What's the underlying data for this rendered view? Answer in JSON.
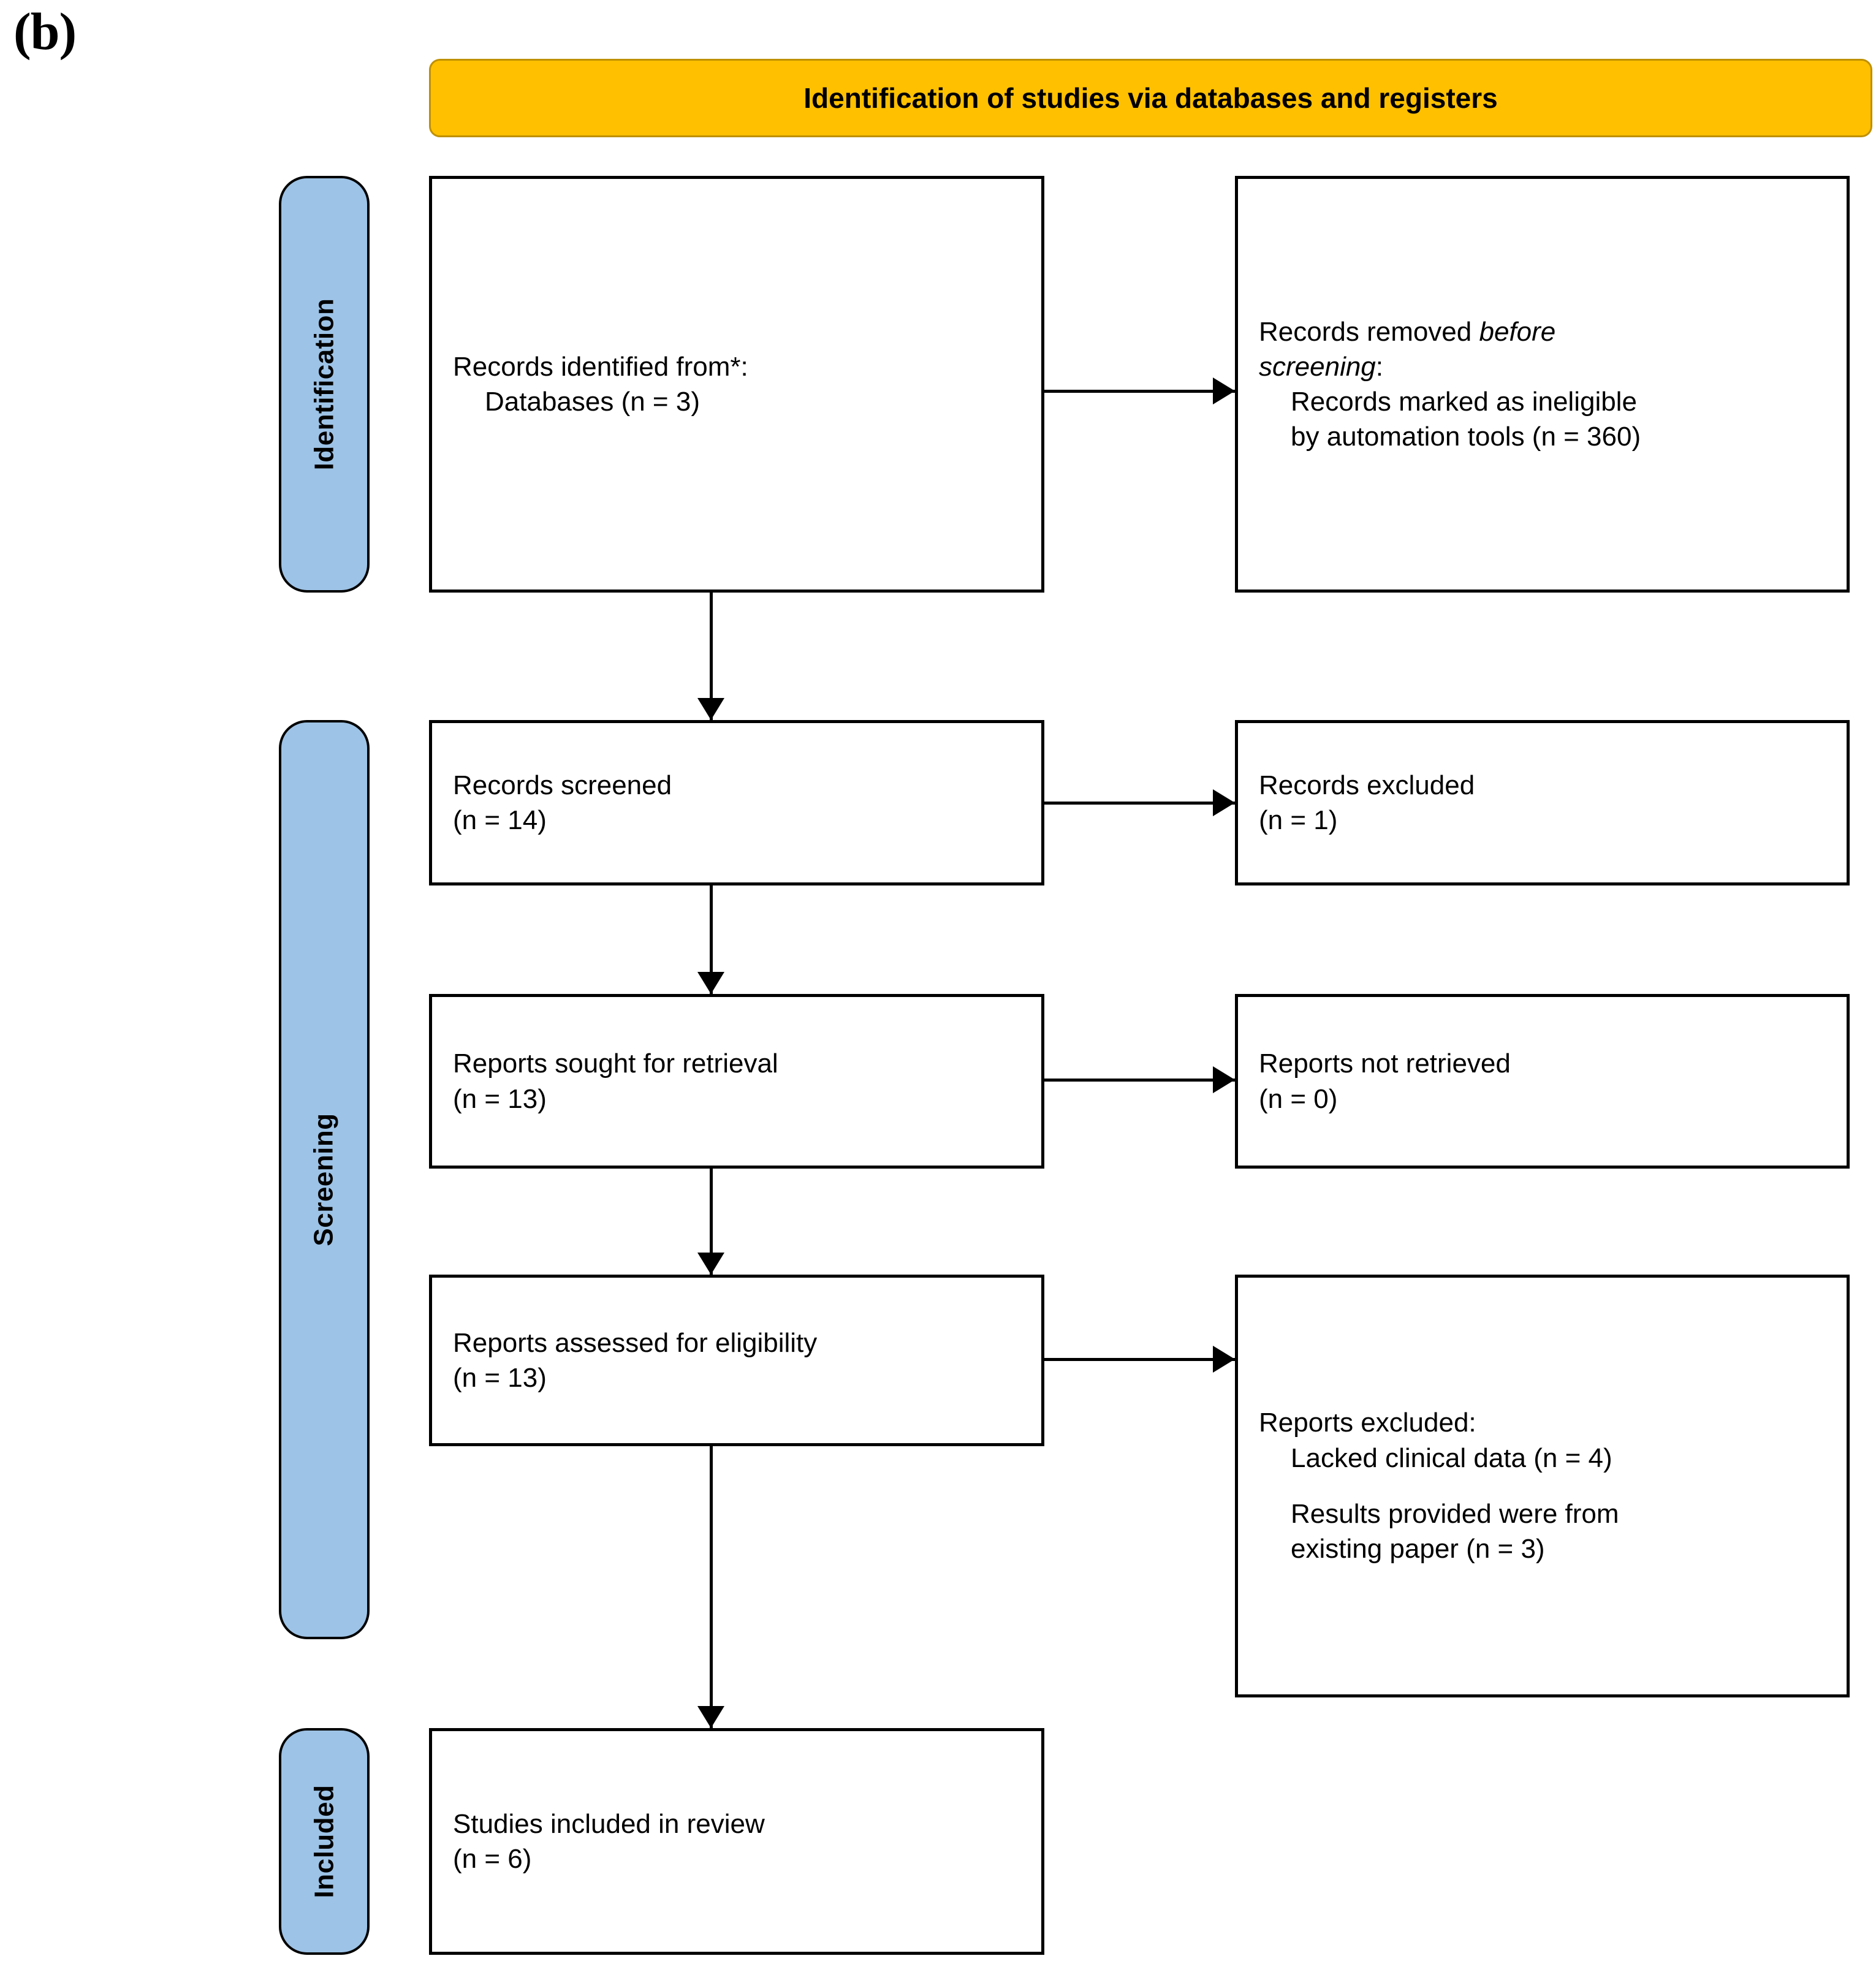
{
  "figure": {
    "panel_label": "(b)",
    "type": "PRISMA flow diagram",
    "banner_title": "Identification of studies via databases and registers"
  },
  "colors": {
    "banner_fill": "#FFC000",
    "banner_border": "#BF9000",
    "stage_pill_fill": "#9DC3E6",
    "box_border": "#000000",
    "box_fill": "#FFFFFF",
    "text": "#000000"
  },
  "stages": [
    {
      "id": "identification",
      "label": "Identification"
    },
    {
      "id": "screening",
      "label": "Screening"
    },
    {
      "id": "included",
      "label": "Included"
    }
  ],
  "boxes": {
    "records_identified": {
      "line1": "Records identified from*:",
      "line2": "Databases (n = 3)"
    },
    "records_removed": {
      "line1_a": "Records removed ",
      "line1_b": "before",
      "line2": "screening",
      "line2_colon": ":",
      "line3": "Records marked as ineligible",
      "line4": "by automation tools (n = 360)"
    },
    "records_screened": {
      "line1": "Records screened",
      "line2": "(n = 14)"
    },
    "records_excluded": {
      "line1": "Records excluded",
      "line2": "(n = 1)"
    },
    "reports_sought": {
      "line1": "Reports sought for retrieval",
      "line2": "(n = 13)"
    },
    "reports_not_retrieved": {
      "line1": "Reports not retrieved",
      "line2": "(n = 0)"
    },
    "reports_assessed": {
      "line1": "Reports assessed for eligibility",
      "line2": "(n = 13)"
    },
    "reports_excluded": {
      "line1": "Reports excluded:",
      "line2": "Lacked clinical data (n = 4)",
      "line3": "Results provided were from",
      "line4": "existing paper (n = 3)"
    },
    "studies_included": {
      "line1": "Studies included in review",
      "line2": "(n = 6)"
    }
  },
  "counts": {
    "databases": 3,
    "records_removed_automation": 360,
    "records_screened": 14,
    "records_excluded": 1,
    "reports_sought": 13,
    "reports_not_retrieved": 0,
    "reports_assessed": 13,
    "excluded_lacked_clinical_data": 4,
    "excluded_existing_paper": 3,
    "studies_included": 6
  }
}
